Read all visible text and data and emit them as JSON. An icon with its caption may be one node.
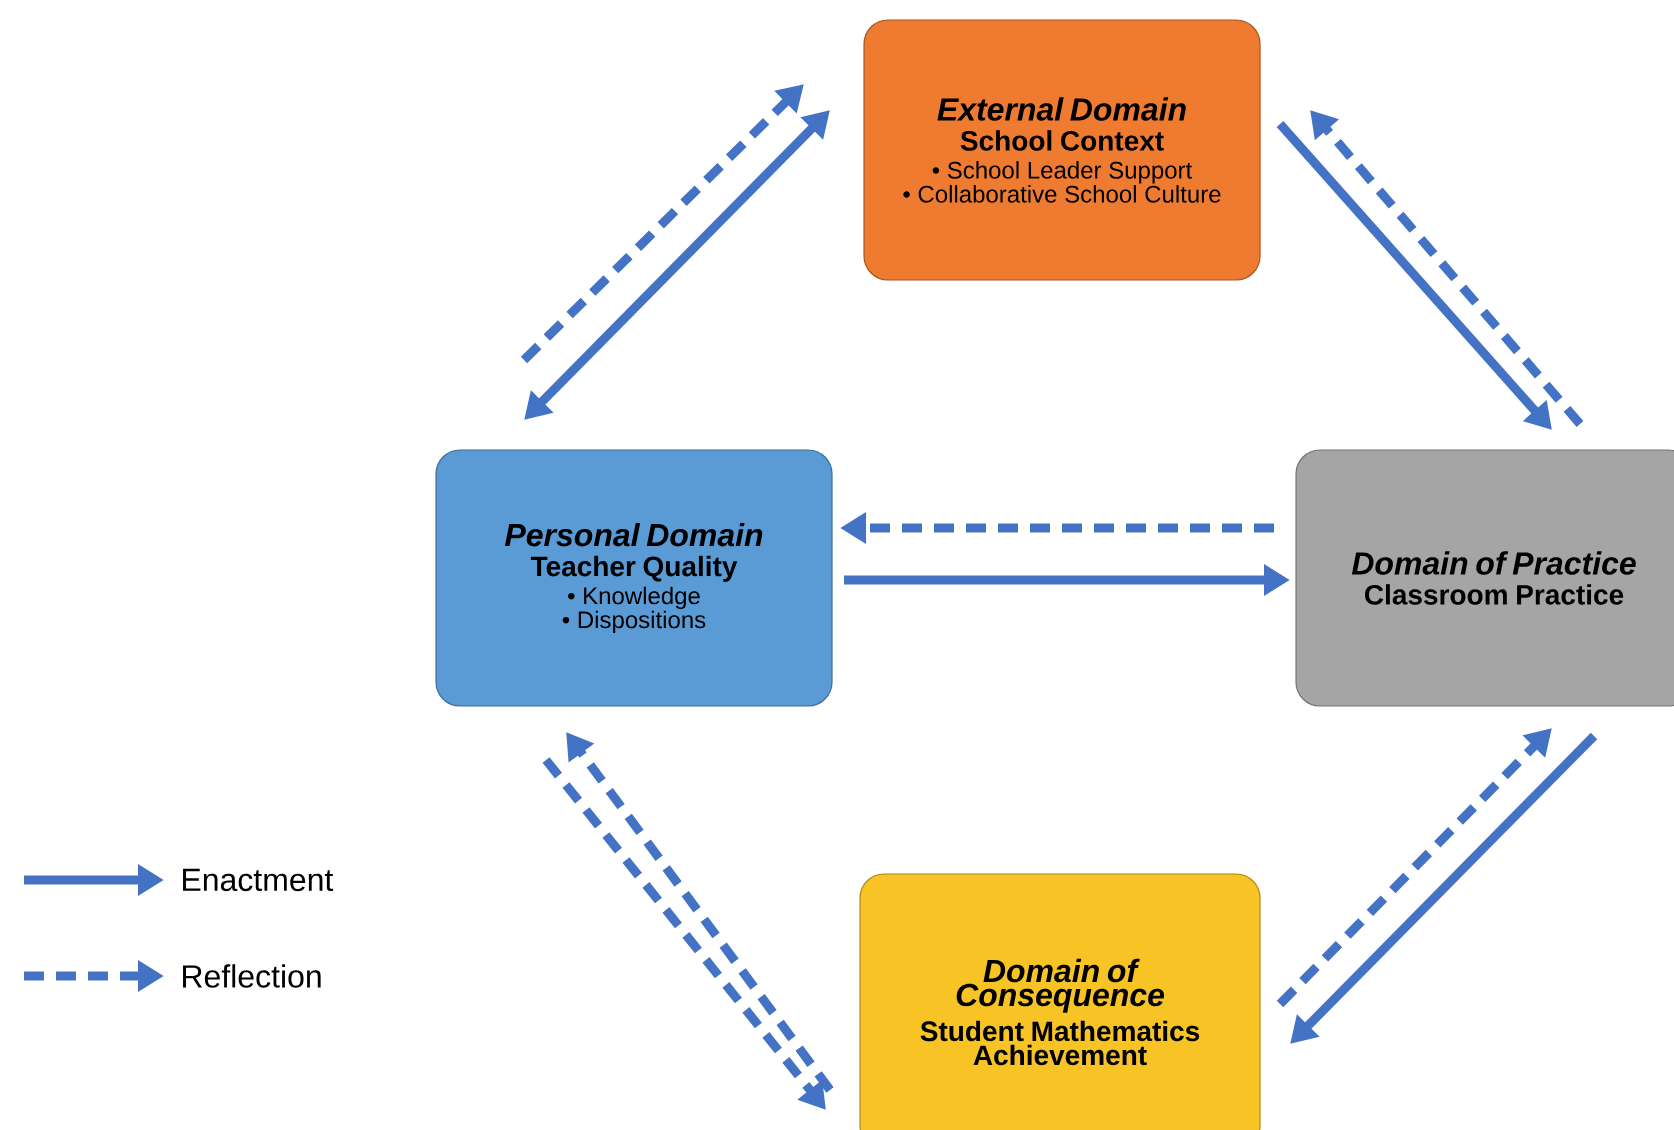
{
  "diagram": {
    "nodes": [
      {
        "text": [
          "External Domain",
          "School Context",
          "• School Leader Support",
          "• Collaborative School Culture"
        ]
      },
      {
        "text": [
          "Personal Domain",
          "Teacher Quality",
          "• Knowledge",
          "• Dispositions"
        ]
      },
      {
        "text": [
          "Domain of Practice",
          "Classroom Practice"
        ]
      },
      {
        "text": [
          "Domain of Consequence",
          "Student Mathematics Achievement"
        ]
      }
    ],
    "edges": [
      {
        "from": 1,
        "to": 0,
        "arrow": "both"
      },
      {
        "from": 1,
        "to": 0,
        "arrow": "to",
        "style": "dashed"
      },
      {
        "from": 0,
        "to": 2,
        "arrow": "to"
      },
      {
        "from": 2,
        "to": 0,
        "arrow": "to",
        "style": "dashed"
      },
      {
        "from": 2,
        "to": 1,
        "arrow": "to",
        "style": "dashed"
      },
      {
        "from": 1,
        "to": 2,
        "arrow": "to"
      },
      {
        "from": 3,
        "to": 1,
        "arrow": "to",
        "style": "dashed"
      },
      {
        "from": 1,
        "to": 3,
        "arrow": "to",
        "style": "dashed"
      },
      {
        "from": 3,
        "to": 2,
        "arrow": "to",
        "style": "dashed"
      },
      {
        "from": 2,
        "to": 3,
        "arrow": "to"
      }
    ],
    "legend": [
      {
        "text": "Enactment"
      },
      {
        "text": "Reflection"
      }
    ]
  }
}
